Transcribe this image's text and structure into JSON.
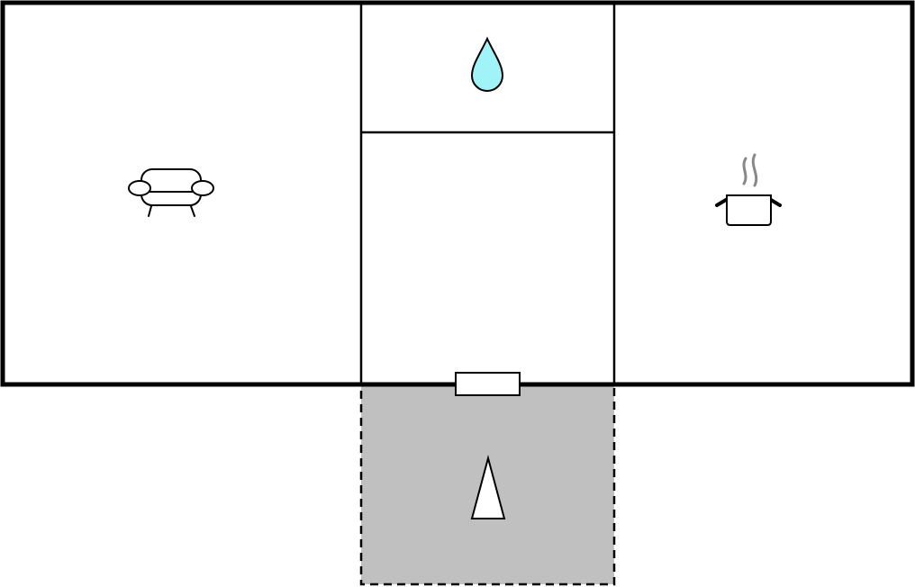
{
  "colors": {
    "background": "#ffffff",
    "wall": "#000000",
    "outside_area": "#c0c0c0",
    "water": "#a0f4f8",
    "steam": "#888888",
    "door": "#ffffff",
    "marker": "#ffffff"
  },
  "rooms": [
    {
      "id": "living-room",
      "icon": "sofa-icon"
    },
    {
      "id": "bathroom",
      "icon": "water-drop-icon"
    },
    {
      "id": "hallway",
      "icon": "none"
    },
    {
      "id": "kitchen",
      "icon": "cooking-pot-icon"
    }
  ],
  "outside": {
    "icon": "position-marker-icon",
    "border": "dashed"
  },
  "door": {
    "icon": "door-icon"
  }
}
